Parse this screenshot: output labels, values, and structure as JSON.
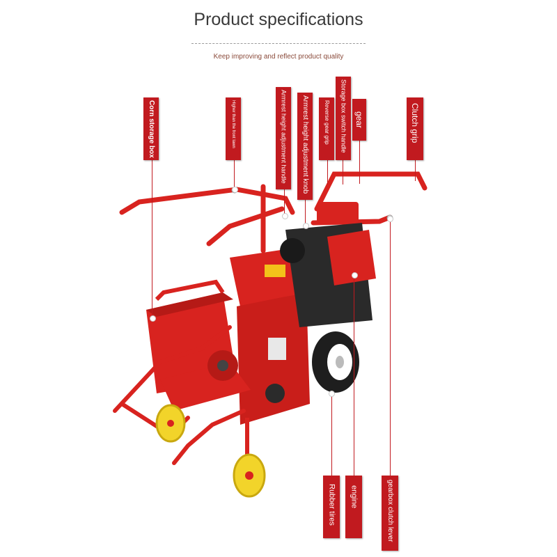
{
  "header": {
    "title": "Product specifications",
    "subtitle": "Keep improving and reflect product quality"
  },
  "labels": {
    "corn_storage_box": "Corn storage box",
    "higher_than_front_lawn": "Higher than the front lawn",
    "armrest_height_adjustment_handle": "Armrest height adjustment handle",
    "armrest_height_adjustment_knob": "Armrest height adjustment knob",
    "reverse_gear_grip": "Reverse gear grip",
    "storage_box_switch_handle": "Storage box switch handle",
    "gear": "gear",
    "clutch_grip": "Clutch grip",
    "rubber_tires": "Rubber tires",
    "engine": "engine",
    "gearbox_clutch_lever": "gearbox clutch lever"
  },
  "colors": {
    "tag_red": "#c11a1f",
    "machine_red": "#d8231f",
    "wheel_yellow": "#f2d42a",
    "tire_black": "#1e1e1e"
  },
  "image": {
    "subject": "red walk-behind corn harvester with yellow support wheels"
  }
}
